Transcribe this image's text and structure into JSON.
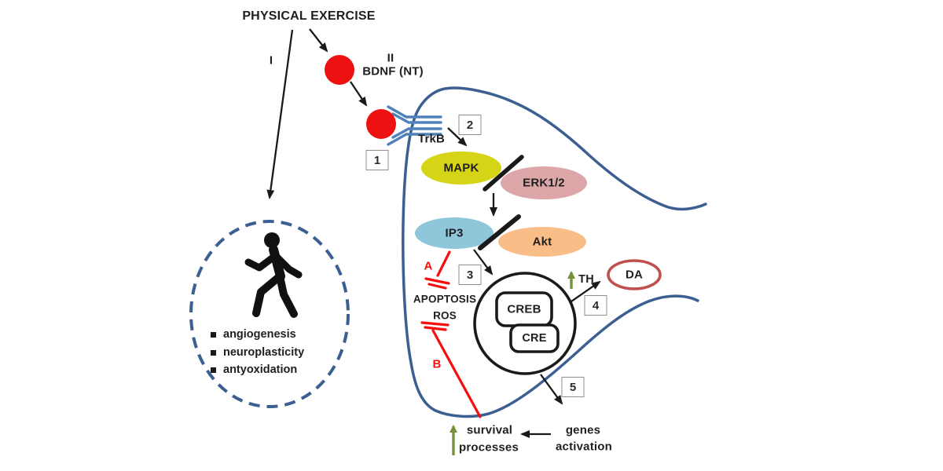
{
  "title": "PHYSICAL EXERCISE",
  "pathway_I": {
    "label": "I"
  },
  "pathway_II": {
    "label": "II",
    "ligand_label": "BDNF (NT)"
  },
  "receptor": {
    "label": "TrkB"
  },
  "steps": [
    {
      "label": "1"
    },
    {
      "label": "2"
    },
    {
      "label": "3"
    },
    {
      "label": "4"
    },
    {
      "label": "5"
    }
  ],
  "molecules": {
    "mapk": "MAPK",
    "erk": "ERK1/2",
    "ip3": "IP3",
    "akt": "Akt",
    "creb": "CREB",
    "cre": "CRE",
    "th": "TH",
    "da": "DA"
  },
  "inhibition": {
    "a_label": "A",
    "b_label": "B",
    "apoptosis": "APOPTOSIS",
    "ros": "ROS"
  },
  "benefits": {
    "items": [
      {
        "label": "angiogenesis"
      },
      {
        "label": "neuroplasticity"
      },
      {
        "label": "antyoxidation"
      }
    ]
  },
  "outcomes": {
    "survival_line1": "survival",
    "survival_line2": "processes",
    "genes_line1": "genes",
    "genes_line2": "activation"
  },
  "colors": {
    "membrane": "#3c5f91",
    "receptor": "#4f81bd",
    "ligand": "#ee1111",
    "mapk": "#d6d417",
    "erk": "#ddA7a9",
    "ip3": "#8ec6da",
    "akt": "#f9bd88",
    "da_border": "#c0504d",
    "green": "#76923c",
    "inhibit": "#f70d0d",
    "ink": "#1a1a1a"
  }
}
